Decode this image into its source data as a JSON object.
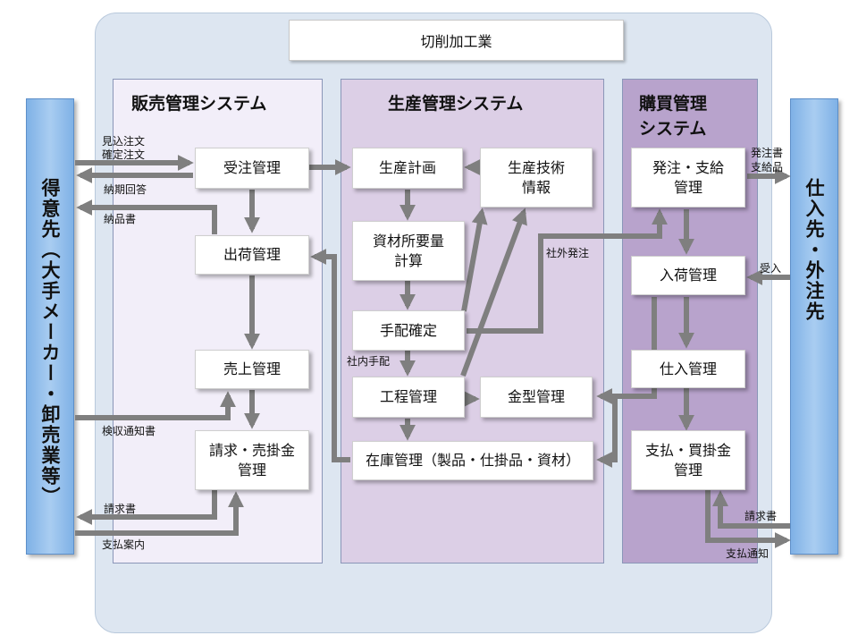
{
  "title": "切削加工業",
  "left_party": "得意先（大手メーカー・卸売業等）",
  "right_party": "仕入先・外注先",
  "panels": {
    "sales": "販売管理システム",
    "production": "生産管理システム",
    "purchasing_line1": "購買管理",
    "purchasing_line2": "システム"
  },
  "nodes": {
    "order_mgmt": "受注管理",
    "shipping_mgmt": "出荷管理",
    "sales_mgmt": "売上管理",
    "billing_line1": "請求・売掛金",
    "billing_line2": "管理",
    "production_plan": "生産計画",
    "prod_tech_line1": "生産技術",
    "prod_tech_line2": "情報",
    "mrp_line1": "資材所要量",
    "mrp_line2": "計算",
    "arrangement": "手配確定",
    "process_mgmt": "工程管理",
    "die_mgmt": "金型管理",
    "inventory": "在庫管理（製品・仕掛品・資材）",
    "po_line1": "発注・支給",
    "po_line2": "管理",
    "receiving": "入荷管理",
    "purchase_mgmt": "仕入管理",
    "payment_line1": "支払・買掛金",
    "payment_line2": "管理"
  },
  "labels": {
    "forecast_order": "見込注文",
    "firm_order": "確定注文",
    "delivery_reply": "納期回答",
    "delivery_note": "納品書",
    "inspection_notice": "検収通知書",
    "invoice_left": "請求書",
    "payment_guide": "支払案内",
    "outsourcing": "社外発注",
    "internal_order": "社内手配",
    "po_doc": "発注書",
    "supplied_items": "支給品",
    "receipt": "受入",
    "invoice_right": "請求書",
    "payment_notice": "支払通知"
  },
  "colors": {
    "arrow": "#7f7f7f",
    "side_party": "#8fbde9",
    "sales_panel": "#f2eef9",
    "production_panel": "#dccfe6",
    "purchasing_panel": "#b8a3cc",
    "background": "#dde6f1"
  }
}
